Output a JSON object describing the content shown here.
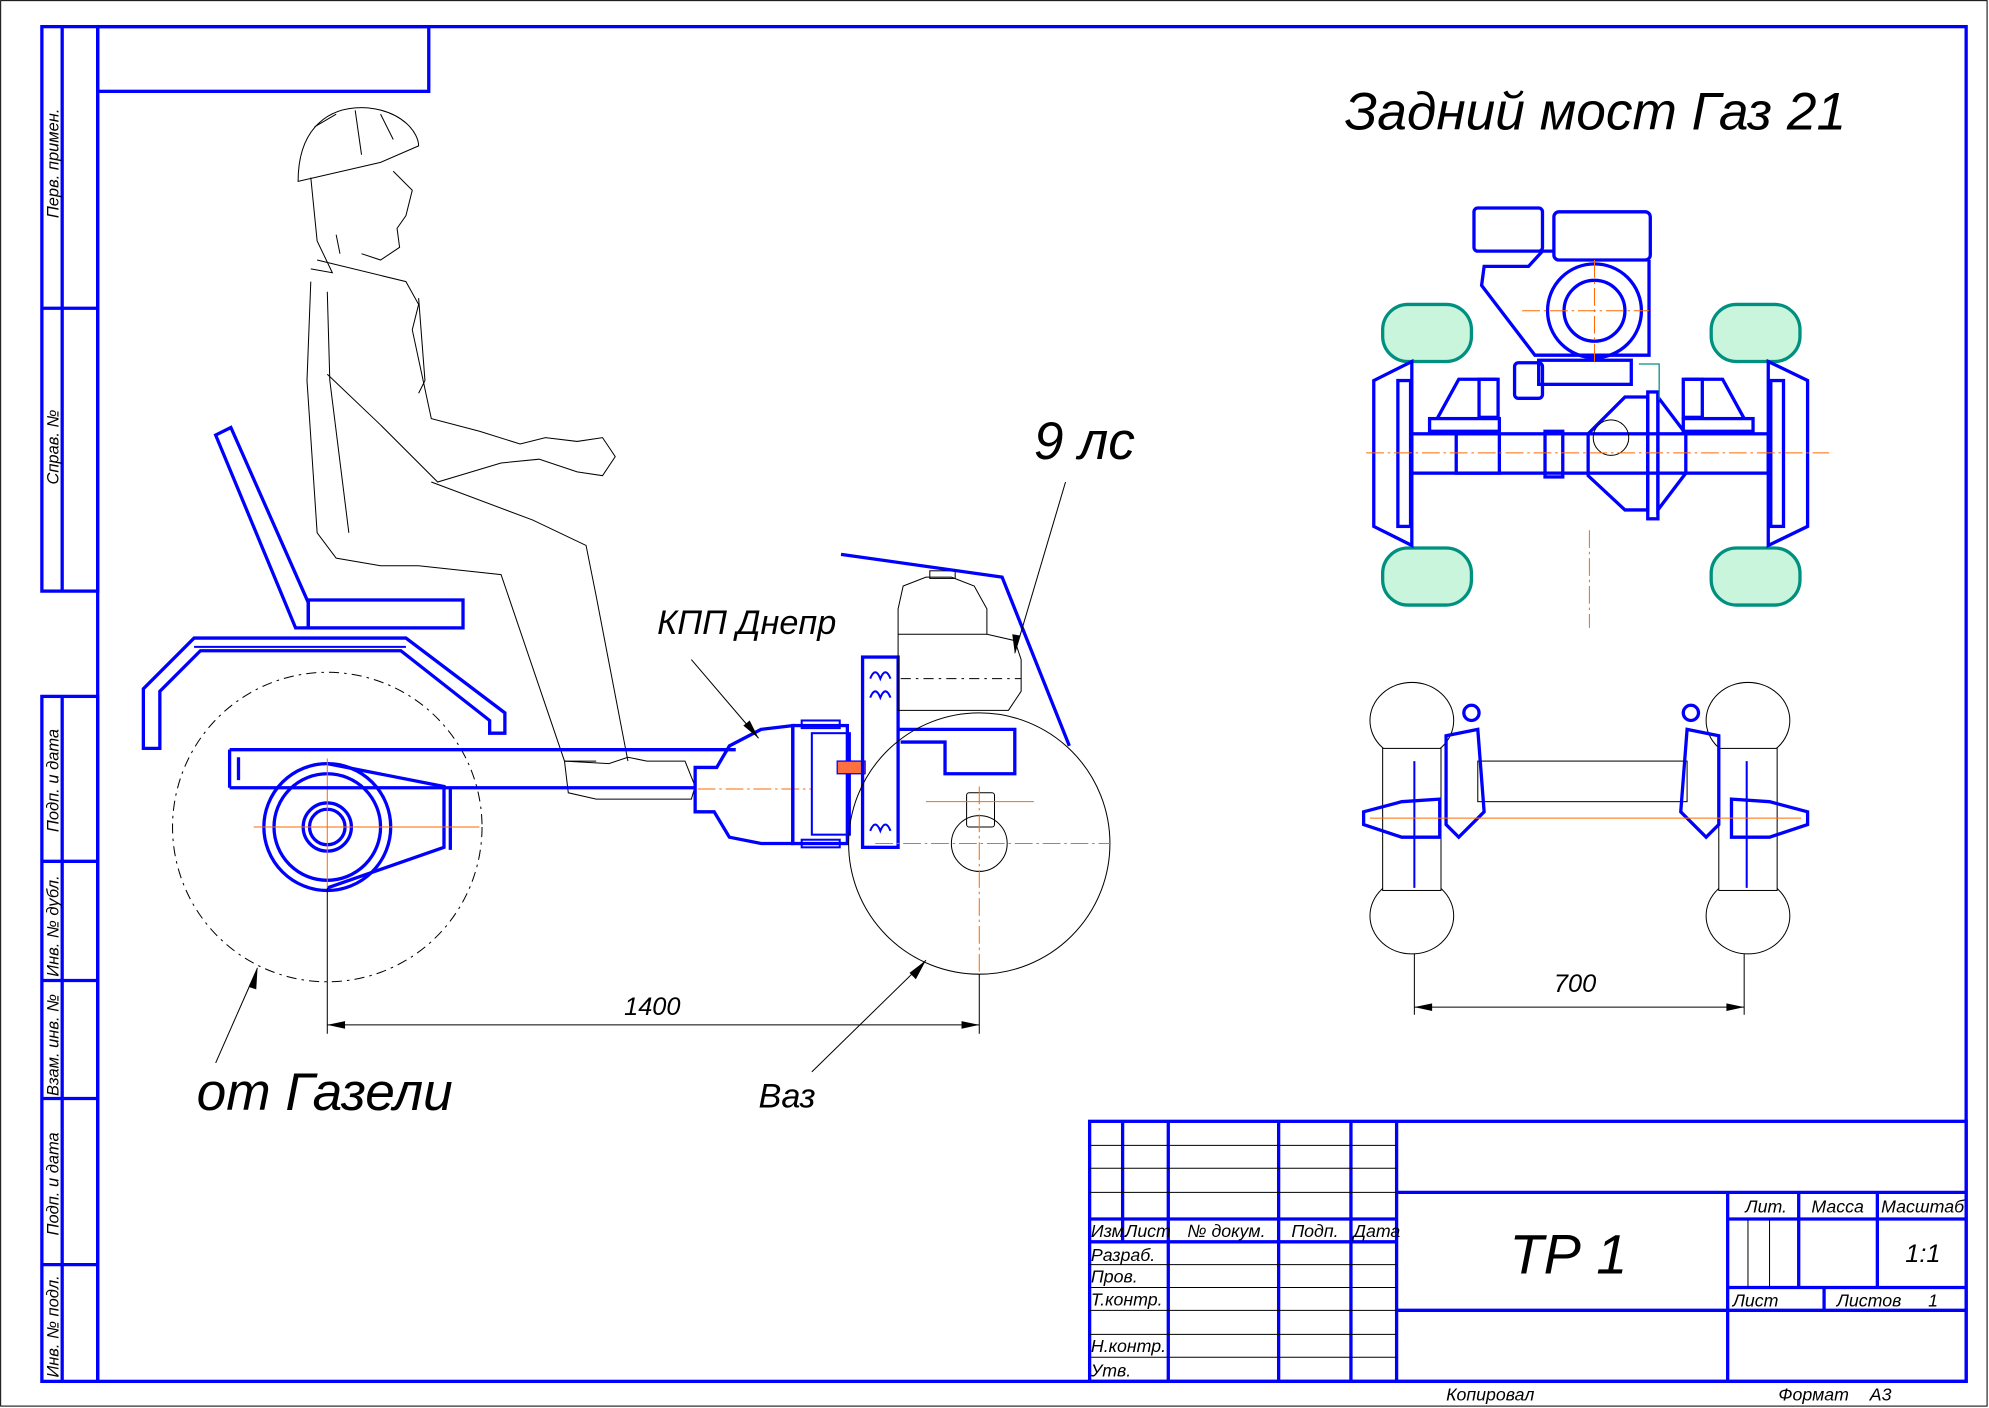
{
  "drawing": {
    "title_top_right": "Задний мост Газ 21",
    "power_label": "9 лс",
    "gearbox_label": "КПП Днепр",
    "rear_wheel_label": "от Газели",
    "front_wheel_label": "Ваз",
    "wheelbase_dim": "1400",
    "track_dim": "700"
  },
  "left_strip": [
    "Перв. примен.",
    "Справ. №",
    "Подп. и дата",
    "Инв. № дубл.",
    "Взам. инв. №",
    "Подп. и дата",
    "Инв. № подл."
  ],
  "title_block": {
    "designation": "ТР 1",
    "header": [
      "Изм.",
      "Лист",
      "№ докум.",
      "Подп.",
      "Дата"
    ],
    "roles": [
      "Разраб.",
      "Пров.",
      "Т.контр.",
      "Н.контр.",
      "Утв."
    ],
    "lit_label": "Лит.",
    "mass_label": "Масса",
    "scale_label": "Масштаб",
    "scale_value": "1:1",
    "sheet_label": "Лист",
    "sheets_label": "Листов",
    "sheets_value": "1",
    "copied_label": "Копировал",
    "format_label": "Формат",
    "format_value": "А3"
  },
  "colors": {
    "line": "#0000ff",
    "axis": "#ff6a00",
    "tire": "#c8f5dc",
    "tire_edge": "#009080"
  }
}
